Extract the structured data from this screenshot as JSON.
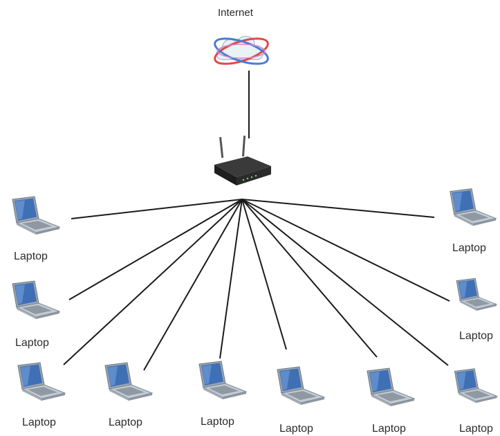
{
  "diagram": {
    "internet": {
      "label": "Internet",
      "icon": "cloud-icon"
    },
    "router": {
      "icon": "wireless-router-icon"
    },
    "laptops": [
      {
        "label": "Laptop",
        "icon": "laptop-icon"
      },
      {
        "label": "Laptop",
        "icon": "laptop-icon"
      },
      {
        "label": "Laptop",
        "icon": "laptop-icon"
      },
      {
        "label": "Laptop",
        "icon": "laptop-icon"
      },
      {
        "label": "Laptop",
        "icon": "laptop-icon"
      },
      {
        "label": "Laptop",
        "icon": "laptop-icon"
      },
      {
        "label": "Laptop",
        "icon": "laptop-icon"
      },
      {
        "label": "Laptop",
        "icon": "laptop-icon"
      },
      {
        "label": "Laptop",
        "icon": "laptop-icon"
      },
      {
        "label": "Laptop",
        "icon": "laptop-icon"
      }
    ],
    "colors": {
      "connector": "#1a1a1a",
      "router_body": "#2a2a2a",
      "laptop_screen": "#3f6fb5",
      "laptop_body": "#b9c2cc"
    }
  }
}
